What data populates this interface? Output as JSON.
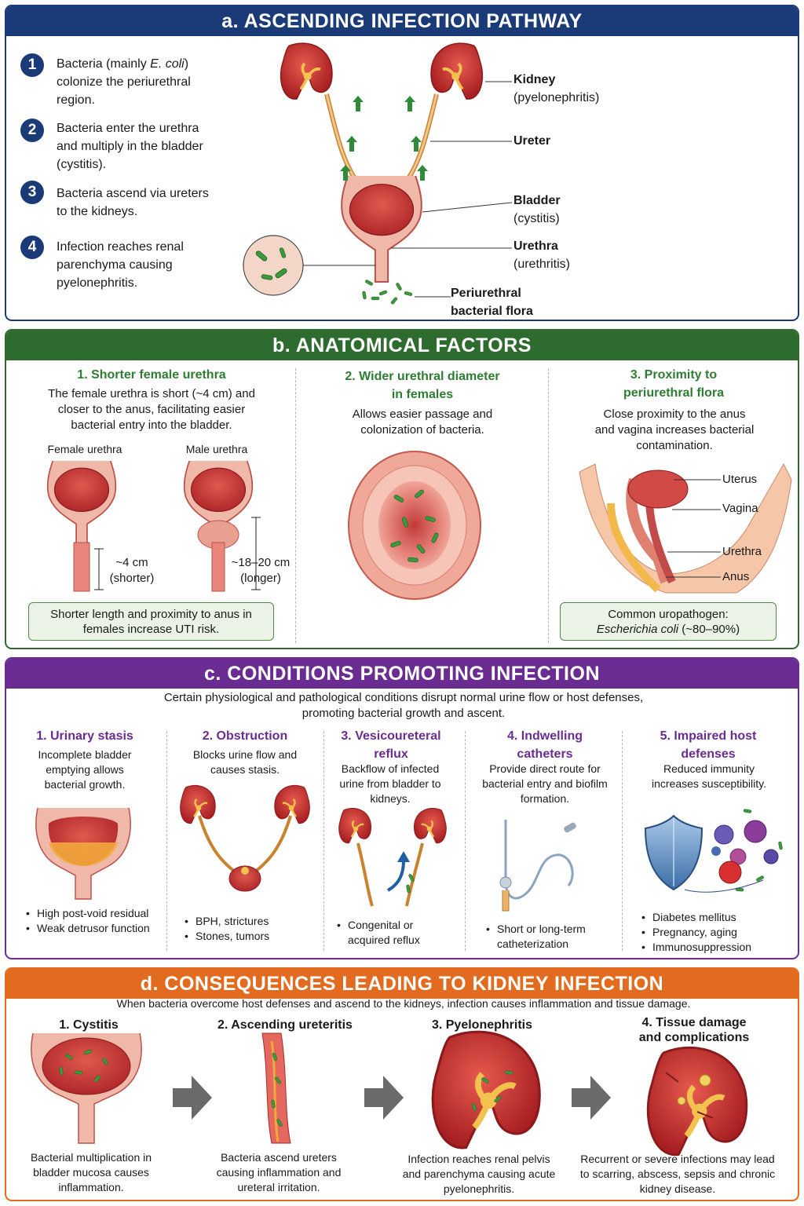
{
  "panel_a": {
    "title": "a. ASCENDING INFECTION PATHWAY",
    "steps": [
      {
        "n": "1",
        "pre": "Bacteria (mainly ",
        "em": "E. coli",
        "post": ") colonize the periurethral region."
      },
      {
        "n": "2",
        "text": "Bacteria enter the urethra and multiply in the bladder (cystitis)."
      },
      {
        "n": "3",
        "text": "Bacteria ascend via ureters to the kidneys."
      },
      {
        "n": "4",
        "text": "Infection reaches renal parenchyma causing pyelonephritis."
      }
    ],
    "labels": [
      {
        "name": "Kidney",
        "sub": "(pyelonephritis)"
      },
      {
        "name": "Ureter",
        "sub": ""
      },
      {
        "name": "Bladder",
        "sub": "(cystitis)"
      },
      {
        "name": "Urethra",
        "sub": "(urethritis)"
      },
      {
        "name": "Periurethral",
        "sub": "bacterial flora"
      }
    ]
  },
  "panel_b": {
    "title": "b. ANATOMICAL FACTORS",
    "col1": {
      "heading": "1. Shorter female urethra",
      "text": "The female urethra is short (~4 cm) and closer to the anus, facilitating easier bacterial entry into the bladder.",
      "female_label": "Female urethra",
      "male_label": "Male urethra",
      "female_len": "~4 cm",
      "female_note": "(shorter)",
      "male_len": "~18–20 cm",
      "male_note": "(longer)",
      "box": "Shorter length and proximity to anus in females increase UTI risk."
    },
    "col2": {
      "heading_l1": "2. Wider urethral diameter",
      "heading_l2": "in females",
      "text": "Allows easier passage and colonization of bacteria."
    },
    "col3": {
      "heading_l1": "3. Proximity to",
      "heading_l2": "periurethral flora",
      "text": "Close proximity to the anus and vagina increases bacterial contamination.",
      "labels": [
        "Uterus",
        "Vagina",
        "Urethra",
        "Anus"
      ],
      "box_l1": "Common uropathogen:",
      "box_em": "Escherichia coli",
      "box_post": " (~80–90%)"
    }
  },
  "panel_c": {
    "title": "c. CONDITIONS PROMOTING INFECTION",
    "intro_l1": "Certain physiological and pathological conditions disrupt normal urine flow or host defenses,",
    "intro_l2": "promoting bacterial growth and ascent.",
    "cols": [
      {
        "h1": "1. Urinary stasis",
        "h2": "",
        "text": "Incomplete bladder emptying allows bacterial growth.",
        "bullets": [
          "High post-void residual",
          "Weak detrusor function"
        ]
      },
      {
        "h1": "2. Obstruction",
        "h2": "",
        "text": "Blocks urine flow and causes stasis.",
        "bullets": [
          "BPH, strictures",
          "Stones, tumors"
        ]
      },
      {
        "h1": "3. Vesicoureteral",
        "h2": "reflux",
        "text": "Backflow of infected urine from bladder to kidneys.",
        "bullets": [
          "Congenital or acquired reflux"
        ]
      },
      {
        "h1": "4. Indwelling",
        "h2": "catheters",
        "text": "Provide direct route for bacterial entry and biofilm formation.",
        "bullets": [
          "Short or long-term catheterization"
        ]
      },
      {
        "h1": "5. Impaired host",
        "h2": "defenses",
        "text": "Reduced immunity increases susceptibility.",
        "bullets": [
          "Diabetes mellitus",
          "Pregnancy, aging",
          "Immunosuppression"
        ]
      }
    ]
  },
  "panel_d": {
    "title": "d. CONSEQUENCES LEADING TO KIDNEY INFECTION",
    "intro": "When bacteria overcome host defenses and ascend to the kidneys, infection causes inflammation and tissue damage.",
    "steps": [
      {
        "h1": "1. Cystitis",
        "h2": "",
        "text": "Bacterial multiplication in bladder mucosa causes inflammation."
      },
      {
        "h1": "2. Ascending ureteritis",
        "h2": "",
        "text": "Bacteria ascend ureters causing inflammation and ureteral irritation."
      },
      {
        "h1": "3. Pyelonephritis",
        "h2": "",
        "text": "Infection reaches renal pelvis and parenchyma causing acute pyelonephritis."
      },
      {
        "h1": "4. Tissue damage",
        "h2": "and complications",
        "text": "Recurrent or severe infections may lead to scarring, abscess, sepsis and chronic kidney disease."
      }
    ]
  },
  "colors": {
    "navy": "#1b3a78",
    "green": "#2e6b2e",
    "purple": "#6a2c91",
    "orange": "#e36b1f"
  }
}
